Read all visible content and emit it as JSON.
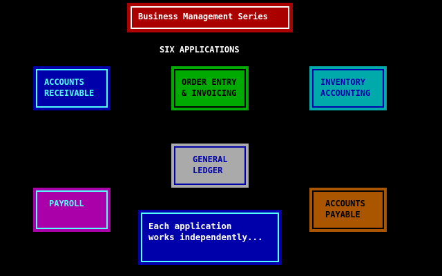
{
  "header": {
    "title": "Business Management Series",
    "subtitle": "SIX APPLICATIONS"
  },
  "applications": [
    {
      "label": "ACCOUNTS\nRECEIVABLE"
    },
    {
      "label": "ORDER ENTRY\n& INVOICING"
    },
    {
      "label": "INVENTORY\nACCOUNTING"
    },
    {
      "label": "GENERAL\nLEDGER"
    },
    {
      "label": "PAYROLL"
    },
    {
      "label": "ACCOUNTS\nPAYABLE"
    }
  ],
  "message": {
    "text": "Each application\nworks independently..."
  },
  "colors": {
    "background": "#000000",
    "title_bg": "#aa0000",
    "receivable_bg": "#0000aa",
    "order_entry_bg": "#00aa00",
    "inventory_bg": "#00aaaa",
    "ledger_bg": "#aaaaaa",
    "payroll_bg": "#aa00aa",
    "payable_bg": "#aa5500",
    "message_bg": "#0000aa"
  }
}
